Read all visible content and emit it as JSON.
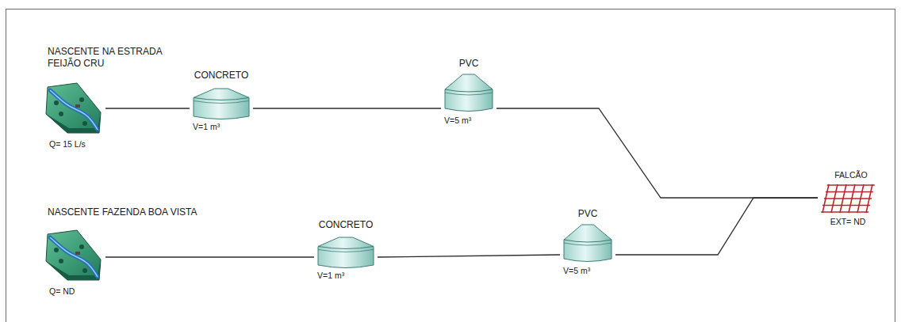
{
  "diagram": {
    "nodes": [
      {
        "text": [
          "NASCENTE NA ESTRADA FEIJÃO CRU",
          "Q= 15 L/s"
        ]
      },
      {
        "text": [
          "CONCRETO",
          "V=1 m³"
        ]
      },
      {
        "text": [
          "PVC",
          "V=5 m³"
        ]
      },
      {
        "text": [
          "FALCÃO",
          "EXT= ND"
        ]
      },
      {
        "text": [
          "NASCENTE FAZENDA BOA VISTA",
          "Q= ND"
        ]
      },
      {
        "text": [
          "CONCRETO",
          "V=1 m³"
        ]
      },
      {
        "text": [
          "PVC",
          "V=5 m³"
        ]
      }
    ],
    "edges": [
      {
        "from": 0,
        "to": 1,
        "arrow": "none"
      },
      {
        "from": 1,
        "to": 2,
        "arrow": "none"
      },
      {
        "from": 2,
        "to": 3,
        "arrow": "none"
      },
      {
        "from": 4,
        "to": 5,
        "arrow": "none"
      },
      {
        "from": 5,
        "to": 6,
        "arrow": "none"
      },
      {
        "from": 6,
        "to": 3,
        "arrow": "none"
      }
    ]
  }
}
